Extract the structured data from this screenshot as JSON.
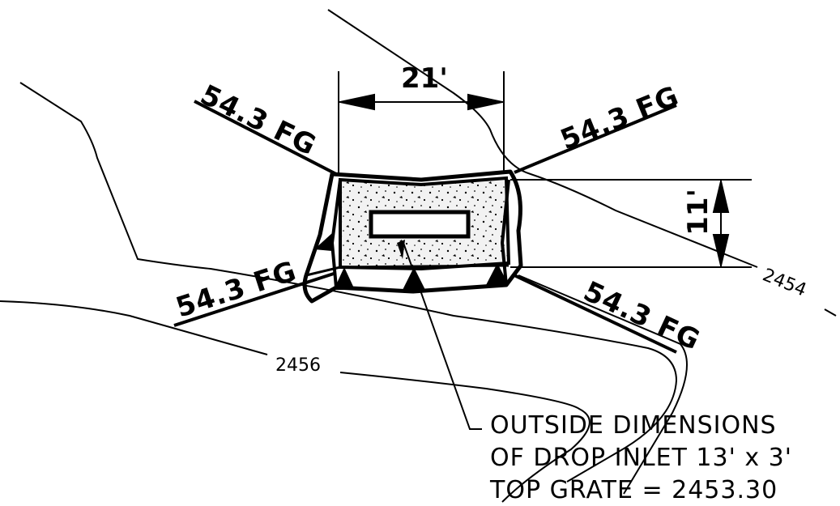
{
  "grade_labels": {
    "top_left": "54.3 FG",
    "top_right": "54.3 FG",
    "bottom_left": "54.3 FG",
    "bottom_right": "54.3 FG"
  },
  "dimensions": {
    "width": "21'",
    "height": "11'"
  },
  "contours": {
    "upper": "2454",
    "lower": "2456"
  },
  "note": {
    "line1": "OUTSIDE DIMENSIONS",
    "line2": "OF DROP INLET 13' x 3'",
    "line3": "TOP GRATE = 2453.30"
  },
  "colors": {
    "ink": "#000000",
    "concrete_fill": "#efefef",
    "background": "#ffffff"
  }
}
